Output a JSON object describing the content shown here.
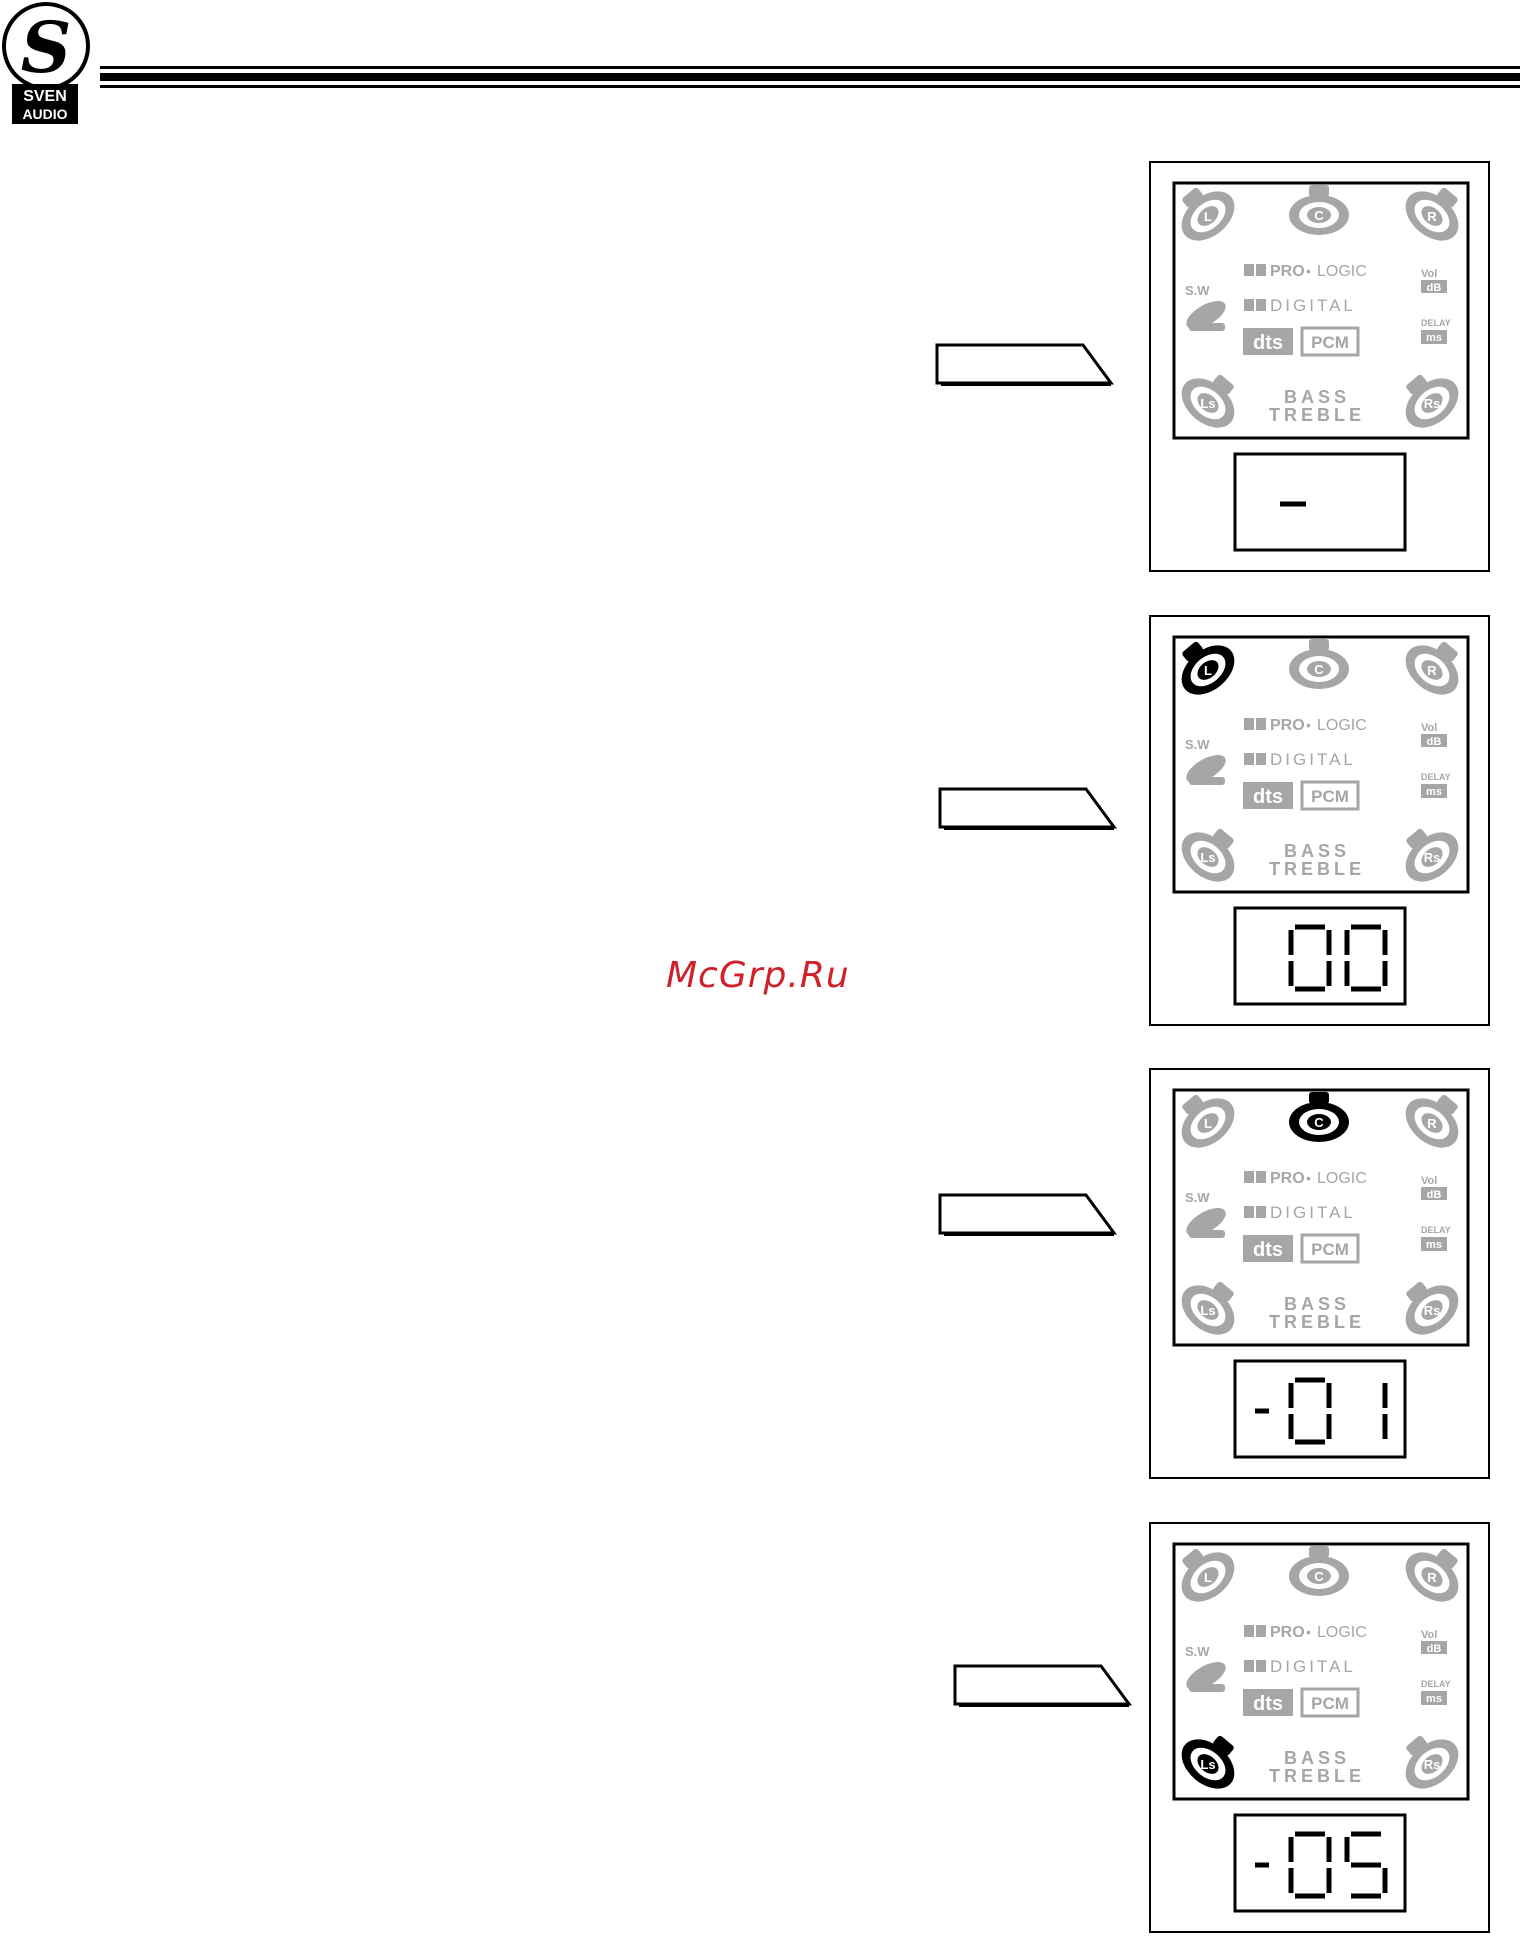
{
  "brand": {
    "logo_letter": "S",
    "logo_line1": "SVEN",
    "logo_line2": "AUDIO"
  },
  "watermark": "McGrp.Ru",
  "colors": {
    "lcd_inactive": "#a6a6a6",
    "lcd_active": "#000000",
    "watermark": "#d0202a"
  },
  "display_labels": {
    "speaker_left": "L",
    "speaker_center": "C",
    "speaker_right": "R",
    "subwoofer": "S.W",
    "speaker_left_surround": "Ls",
    "speaker_right_surround": "Rs",
    "pro_logic": "PRO",
    "pro_logic_dot": "•",
    "logic": "LOGIC",
    "digital": "DIGITAL",
    "dts": "dts",
    "pcm": "PCM",
    "vol": "Vol",
    "db": "dB",
    "delay": "DELAY",
    "ms": "ms",
    "bass": "BASS",
    "treble": "TREBLE"
  },
  "panels": [
    {
      "readout": "-",
      "active_speaker": "none"
    },
    {
      "readout": "00",
      "active_speaker": "L"
    },
    {
      "readout": "-01",
      "active_speaker": "C"
    },
    {
      "readout": "-05",
      "active_speaker": "Ls"
    }
  ]
}
